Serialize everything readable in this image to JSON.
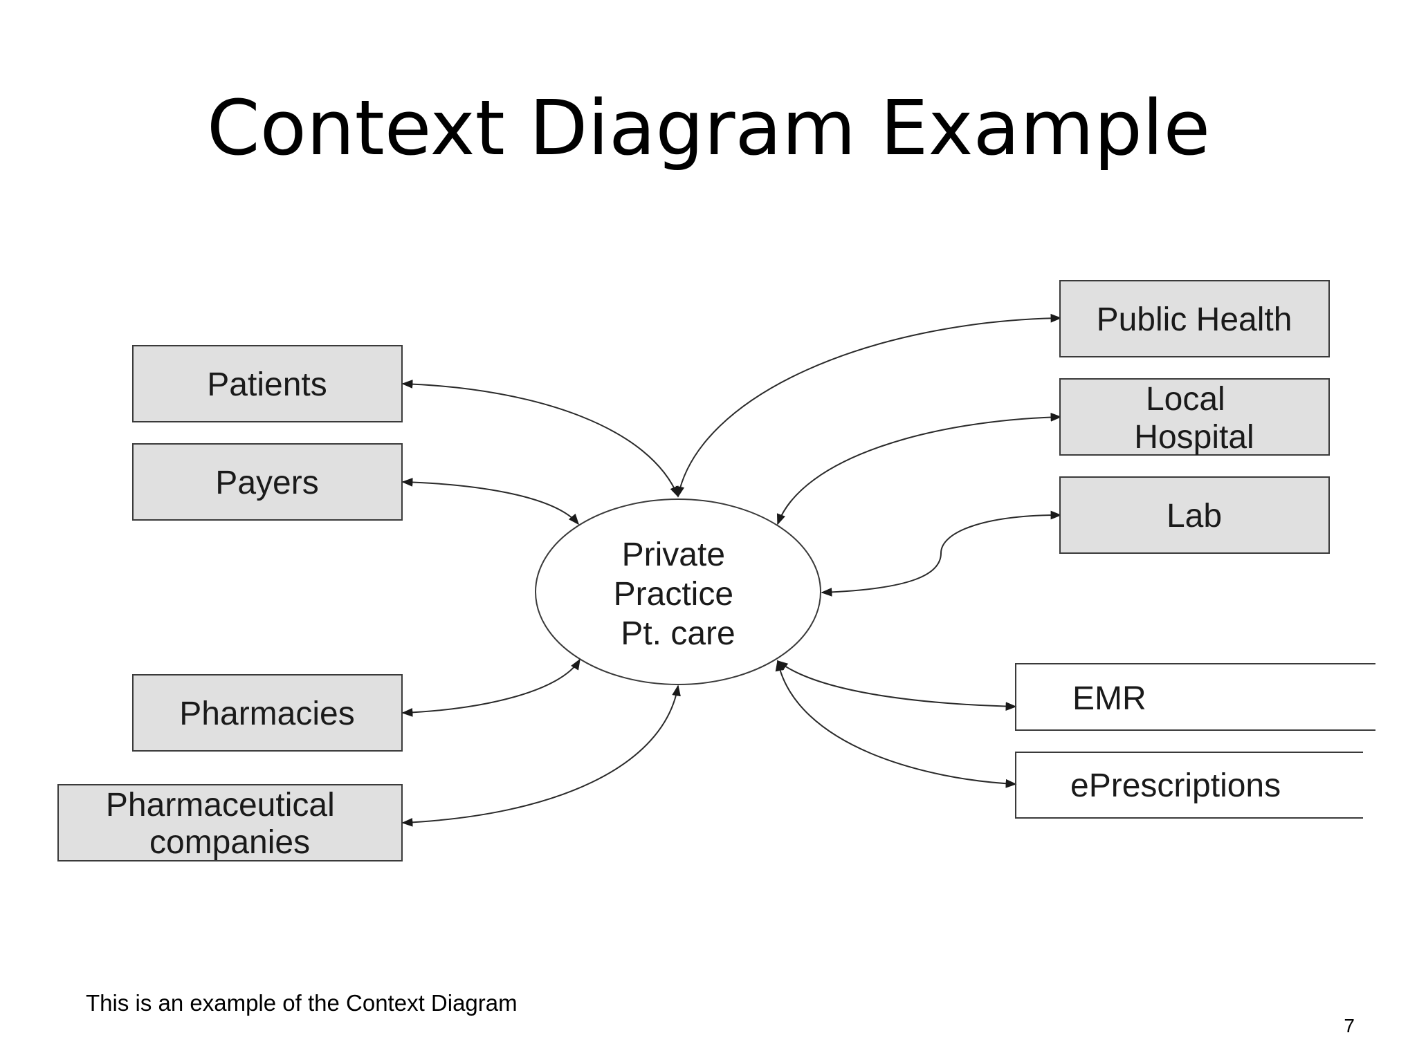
{
  "slide": {
    "title": "Context Diagram Example",
    "footer": "This is an example of the Context Diagram",
    "page_number": "7"
  },
  "diagram": {
    "center": {
      "lines": [
        "Private",
        "Practice",
        "Pt. care"
      ]
    },
    "entities": [
      {
        "id": "patients",
        "lines": [
          "Patients"
        ]
      },
      {
        "id": "payers",
        "lines": [
          "Payers"
        ]
      },
      {
        "id": "pharmacies",
        "lines": [
          "Pharmacies"
        ]
      },
      {
        "id": "pharmaceutical-companies",
        "lines": [
          "Pharmaceutical",
          "companies"
        ]
      },
      {
        "id": "public-health",
        "lines": [
          "Public Health"
        ]
      },
      {
        "id": "local-hospital",
        "lines": [
          "Local",
          "Hospital"
        ]
      },
      {
        "id": "lab",
        "lines": [
          "Lab"
        ]
      }
    ],
    "data_stores": [
      {
        "id": "emr",
        "label": "EMR"
      },
      {
        "id": "eprescriptions",
        "label": "ePrescriptions"
      }
    ],
    "colors": {
      "entity_fill": "#e0e0e0",
      "stroke": "#3a3a3a",
      "background": "#ffffff"
    }
  }
}
